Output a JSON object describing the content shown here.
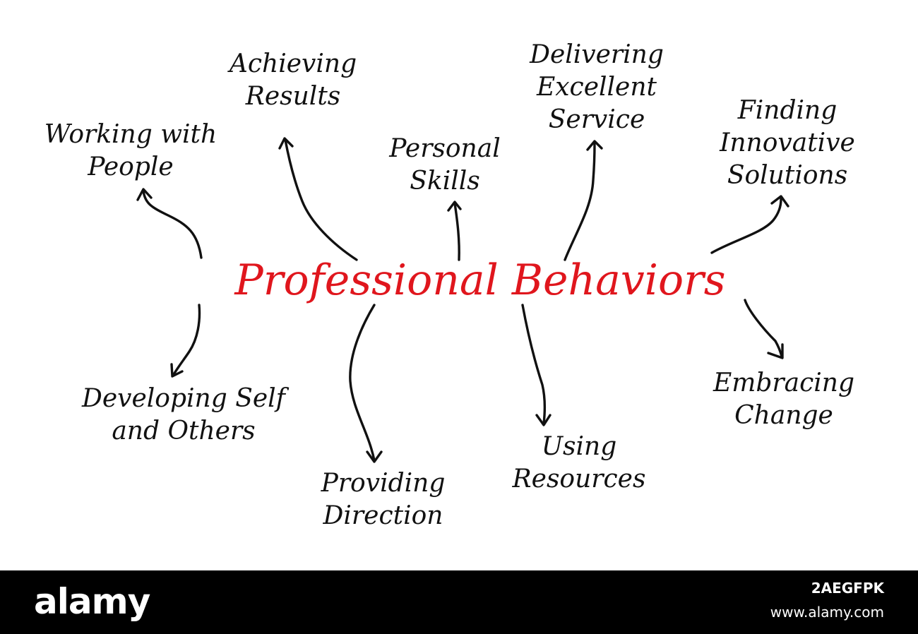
{
  "diagram": {
    "center": "Professional Behaviors",
    "center_color": "#e0161d",
    "line_color": "#111111",
    "nodes": {
      "working_with_people": [
        "Working with",
        "People"
      ],
      "achieving_results": [
        "Achieving",
        "Results"
      ],
      "personal_skills": [
        "Personal",
        "Skills"
      ],
      "delivering_excellent_service": [
        "Delivering",
        "Excellent",
        "Service"
      ],
      "finding_innovative_solutions": [
        "Finding",
        "Innovative",
        "Solutions"
      ],
      "developing_self_and_others": [
        "Developing Self",
        "and Others"
      ],
      "providing_direction": [
        "Providing",
        "Direction"
      ],
      "using_resources": [
        "Using",
        "Resources"
      ],
      "embracing_change": [
        "Embracing",
        "Change"
      ]
    }
  },
  "footer": {
    "brand": "alamy",
    "image_code": "2AEGFPK",
    "url": "www.alamy.com"
  }
}
